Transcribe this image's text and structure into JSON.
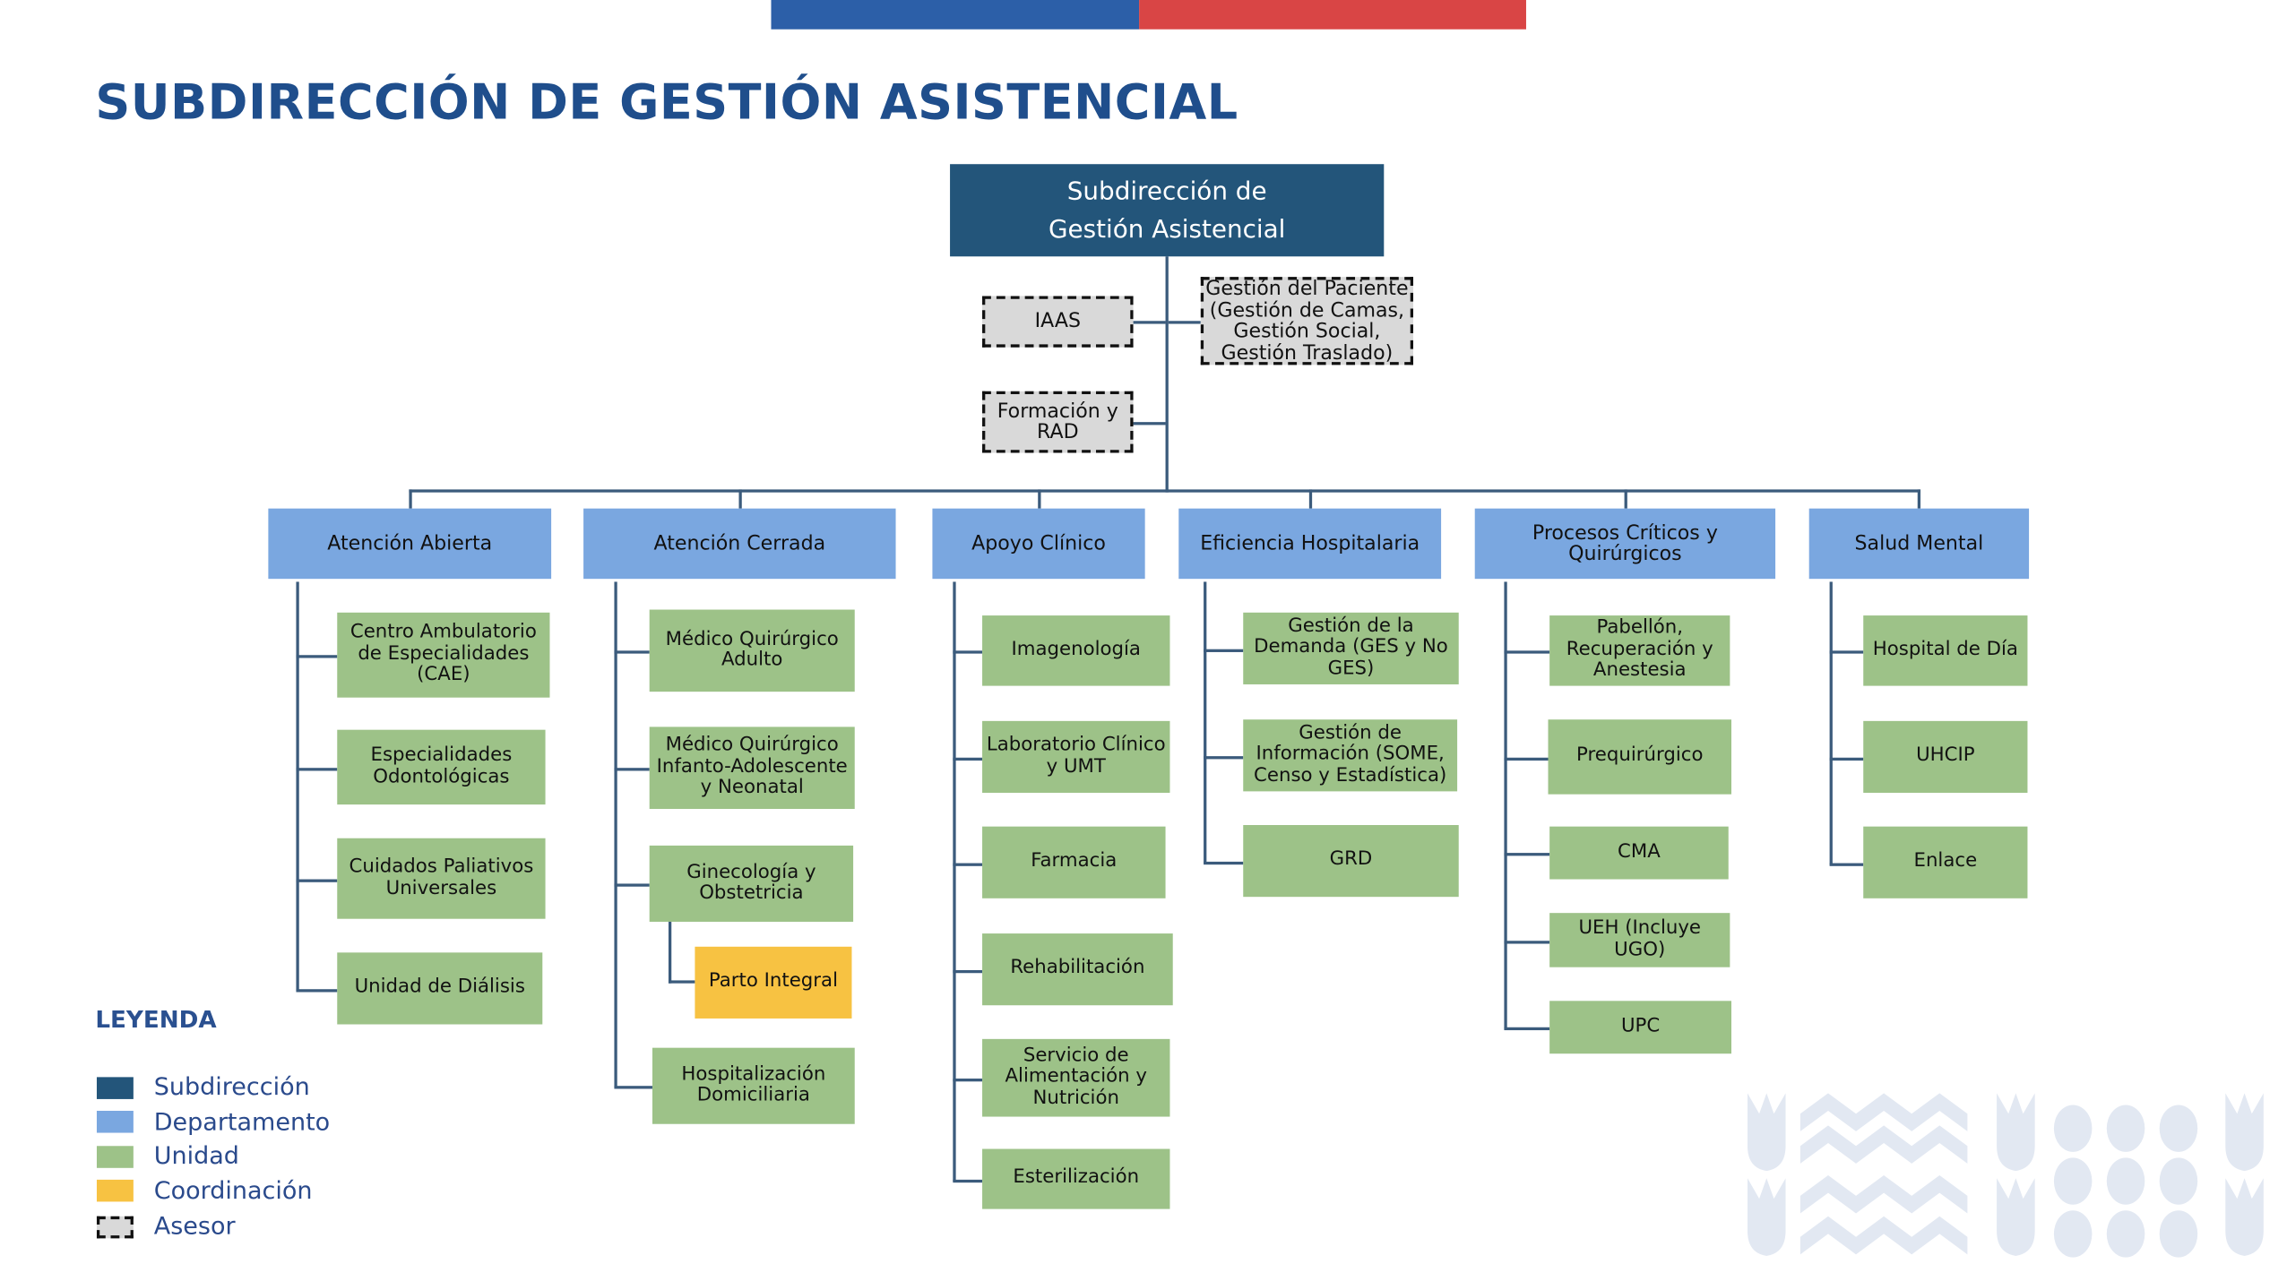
{
  "title": "SUBDIRECCIÓN DE GESTIÓN ASISTENCIAL",
  "colors": {
    "subdireccion": "#23557a",
    "departamento": "#7aa7e0",
    "unidad": "#9dc288",
    "coordinacion": "#f7c242",
    "asesor": "#d9d9d9",
    "bar_blue": "#2c5fa8",
    "bar_red": "#d94545"
  },
  "root": "Subdirección de\nGestión Asistencial",
  "advisors": [
    "IAAS",
    "Gestión del Paciente\n(Gestión de Camas,\nGestión Social,\nGestión Traslado)",
    "Formación y\nRAD"
  ],
  "departments": [
    {
      "label": "Atención Abierta",
      "units": [
        "Centro Ambulatorio\nde Especialidades\n(CAE)",
        "Especialidades\nOdontológicas",
        "Cuidados Paliativos\nUniversales",
        "Unidad de Diálisis"
      ]
    },
    {
      "label": "Atención Cerrada",
      "units": [
        "Médico Quirúrgico\nAdulto",
        "Médico Quirúrgico\nInfanto-Adolescente\ny Neonatal",
        "Ginecología y\nObstetricia",
        "Hospitalización\nDomiciliaria"
      ],
      "coordination": "Parto Integral"
    },
    {
      "label": "Apoyo Clínico",
      "units": [
        "Imagenología",
        "Laboratorio Clínico\ny UMT",
        "Farmacia",
        "Rehabilitación",
        "Servicio de\nAlimentación y\nNutrición",
        "Esterilización"
      ]
    },
    {
      "label": "Eficiencia Hospitalaria",
      "units": [
        "Gestión de la\nDemanda (GES y No\nGES)",
        "Gestión de\nInformación (SOME,\nCenso y Estadística)",
        "GRD"
      ]
    },
    {
      "label": "Procesos Críticos y Quirúrgicos",
      "units": [
        "Pabellón,\nRecuperación y\nAnestesia",
        "Prequirúrgico",
        "CMA",
        "UEH (Incluye\nUGO)",
        "UPC"
      ]
    },
    {
      "label": "Salud Mental",
      "units": [
        "Hospital de Día",
        "UHCIP",
        "Enlace"
      ]
    }
  ],
  "legend": {
    "title": "LEYENDA",
    "items": [
      "Subdirección",
      "Departamento",
      "Unidad",
      "Coordinación",
      "Asesor"
    ]
  }
}
